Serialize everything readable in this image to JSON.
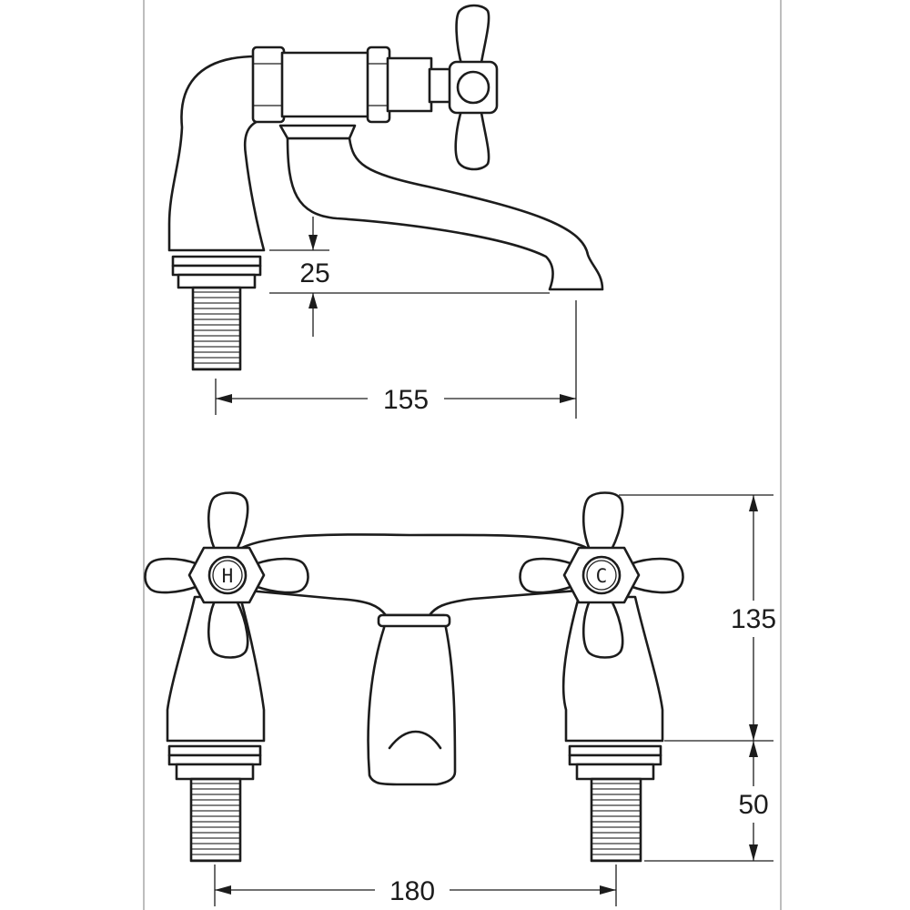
{
  "dimensions": {
    "spout_height": "25",
    "spout_reach": "155",
    "overall_height": "135",
    "tail_length": "50",
    "tap_centres": "180"
  },
  "handles": {
    "hot": "H",
    "cold": "C"
  }
}
